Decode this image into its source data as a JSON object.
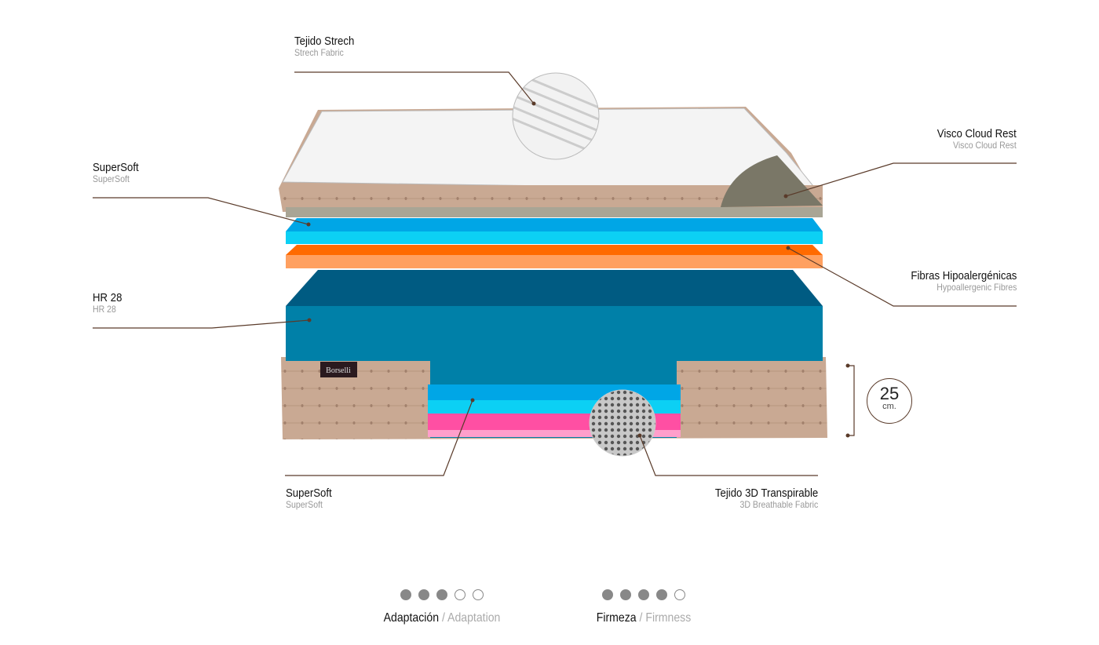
{
  "brand_logo": "Borselli",
  "labels": {
    "tejido_strech": {
      "title": "Tejido Strech",
      "subtitle": "Strech Fabric"
    },
    "supersoft_top": {
      "title": "SuperSoft",
      "subtitle": "SuperSoft"
    },
    "hr28": {
      "title": "HR 28",
      "subtitle": "HR 28"
    },
    "visco": {
      "title": "Visco Cloud Rest",
      "subtitle": "Visco Cloud Rest"
    },
    "fibras": {
      "title": "Fibras Hipoalergénicas",
      "subtitle": "Hypoallergenic Fibres"
    },
    "supersoft_bottom": {
      "title": "SuperSoft",
      "subtitle": "SuperSoft"
    },
    "tejido_3d": {
      "title": "Tejido 3D Transpirable",
      "subtitle": "3D Breathable  Fabric"
    }
  },
  "height": {
    "value": "25",
    "unit": "cm."
  },
  "ratings": [
    {
      "label": "Adaptación",
      "label_en": "/ Adaptation",
      "filled": 3,
      "total": 5
    },
    {
      "label": "Firmeza",
      "label_en": "/ Firmness",
      "filled": 4,
      "total": 5
    }
  ],
  "colors": {
    "leader": "#5a3b2a",
    "dot": "#888888"
  }
}
